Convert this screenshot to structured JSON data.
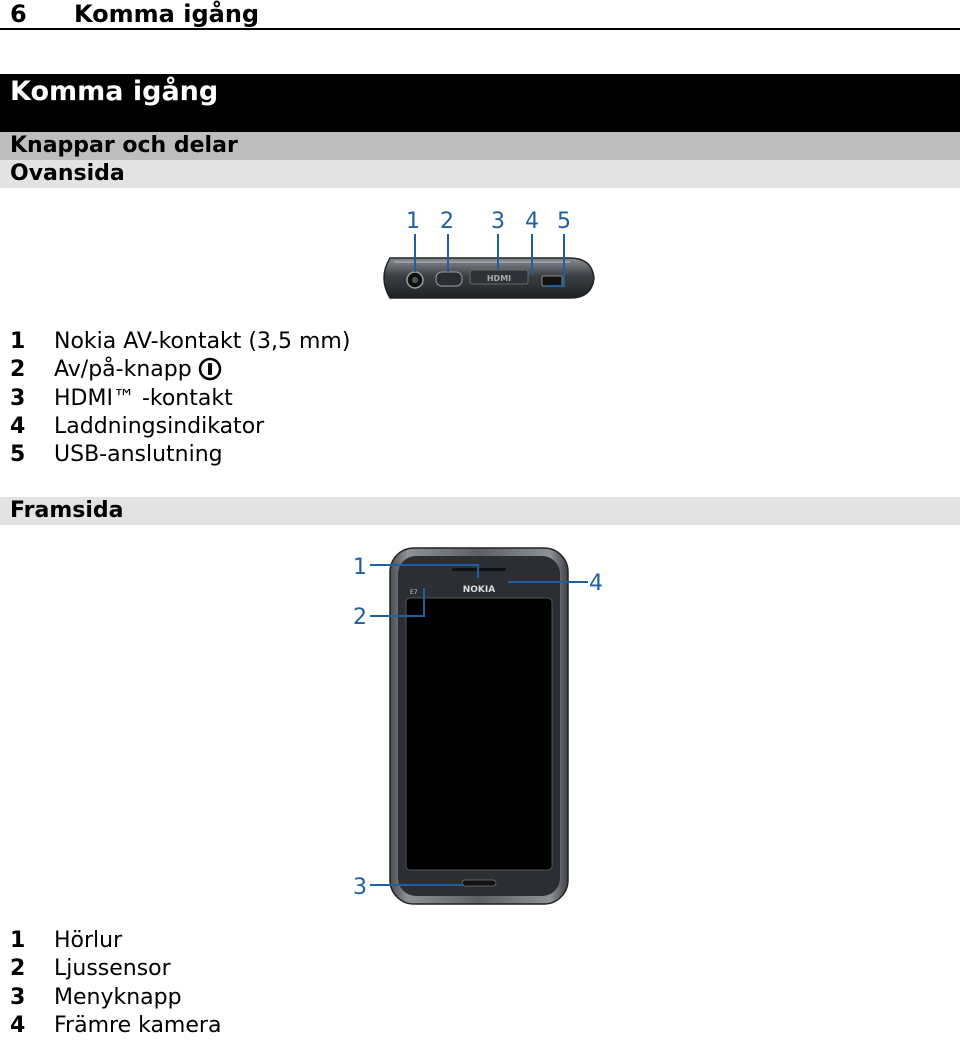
{
  "running_header": {
    "page_number": "6",
    "title": "Komma igång"
  },
  "chapter_title": "Komma igång",
  "section_title": "Knappar och delar",
  "subsections": {
    "top": "Ovansida",
    "front": "Framsida"
  },
  "top_view": {
    "callouts": [
      "1",
      "2",
      "3",
      "4",
      "5"
    ],
    "port_label": "HDMI",
    "items": [
      {
        "num": "1",
        "label": "Nokia AV-kontakt (3,5 mm)"
      },
      {
        "num": "2",
        "label": "Av/på-knapp"
      },
      {
        "num": "3",
        "label": "HDMI™ -kontakt"
      },
      {
        "num": "4",
        "label": "Laddningsindikator"
      },
      {
        "num": "5",
        "label": "USB-anslutning"
      }
    ]
  },
  "front_view": {
    "callouts": [
      "1",
      "2",
      "3",
      "4"
    ],
    "brand": "NOKIA",
    "model": "E7",
    "items": [
      {
        "num": "1",
        "label": "Hörlur"
      },
      {
        "num": "2",
        "label": "Ljussensor"
      },
      {
        "num": "3",
        "label": "Menyknapp"
      },
      {
        "num": "4",
        "label": "Främre kamera"
      }
    ]
  },
  "colors": {
    "callout": "#1f5fa0",
    "band_black": "#000000",
    "band_mid": "#bdbdbd",
    "band_light": "#e3e3e3"
  },
  "icons": {
    "power": "power-icon"
  }
}
